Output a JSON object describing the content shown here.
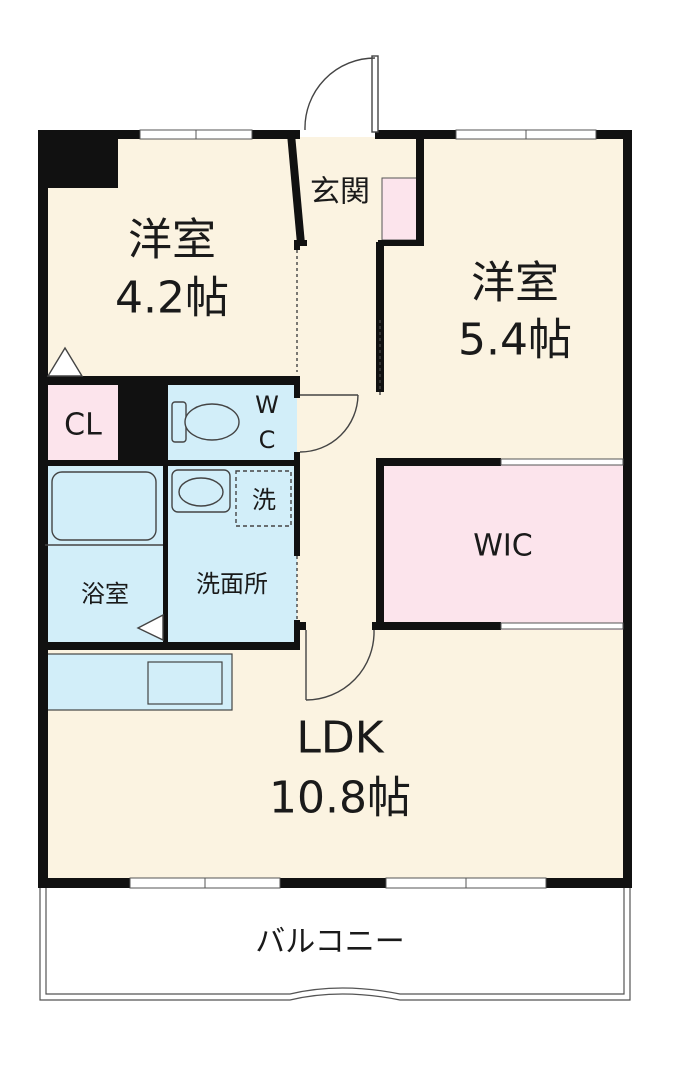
{
  "rooms": {
    "western_room_1": {
      "name": "洋室",
      "size": "4.2帖"
    },
    "western_room_2": {
      "name": "洋室",
      "size": "5.4帖"
    },
    "ldk": {
      "name": "LDK",
      "size": "10.8帖"
    },
    "entrance": "玄関",
    "closet": "CL",
    "toilet_w": "W",
    "toilet_c": "C",
    "washer": "洗",
    "bathroom": "浴室",
    "washroom": "洗面所",
    "walk_in_closet": "WIC",
    "balcony": "バルコニー"
  },
  "colors": {
    "living_floor": "#fbf3e1",
    "wet_area": "#d2eef9",
    "closet": "#fce4ec",
    "wall": "#111111"
  }
}
